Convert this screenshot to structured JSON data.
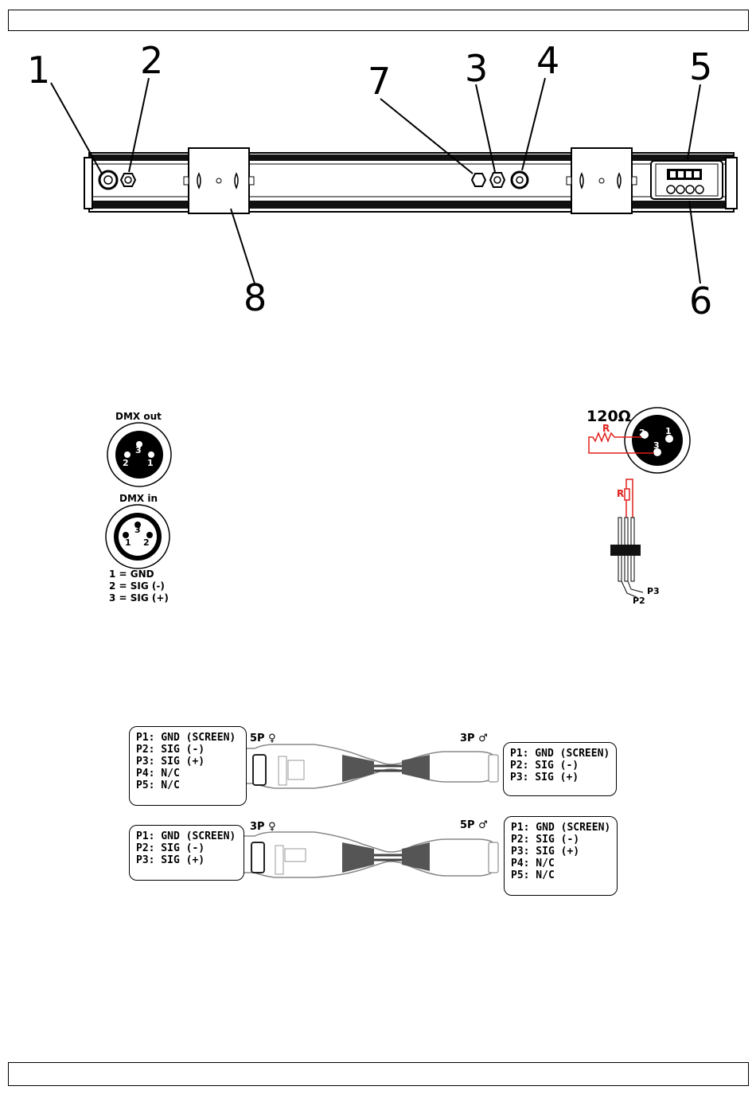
{
  "device_callouts": [
    "1",
    "2",
    "3",
    "4",
    "5",
    "6",
    "7",
    "8"
  ],
  "dmx_out": {
    "title": "DMX out",
    "pins": [
      "3",
      "2",
      "1"
    ]
  },
  "dmx_in": {
    "title": "DMX in",
    "pins": [
      "3",
      "1",
      "2"
    ]
  },
  "pin_legend": [
    "1 = GND",
    "2 = SIG (-)",
    "3 = SIG (+)"
  ],
  "terminator": {
    "resistance": "120Ω",
    "r_label": "R",
    "pins": [
      "2",
      "1",
      "3"
    ],
    "r_label_2": "R",
    "p3_label": "P3",
    "p2_label": "P2"
  },
  "adapter_1": {
    "left_label": "5P ♀",
    "right_label": "3P ♂",
    "left_box": [
      "P1: GND (SCREEN)",
      "P2: SIG (-)",
      "P3: SIG (+)",
      "P4: N/C",
      "P5: N/C"
    ],
    "right_box": [
      "P1: GND (SCREEN)",
      "P2: SIG (-)",
      "P3: SIG (+)"
    ]
  },
  "adapter_2": {
    "left_label": "3P ♀",
    "right_label": "5P ♂",
    "left_box": [
      "P1: GND (SCREEN)",
      "P2: SIG (-)",
      "P3: SIG (+)"
    ],
    "right_box": [
      "P1: GND (SCREEN)",
      "P2: SIG (-)",
      "P3: SIG (+)",
      "P4: N/C",
      "P5: N/C"
    ]
  },
  "colors": {
    "accent_red": "#e0201c",
    "line": "#000000"
  }
}
